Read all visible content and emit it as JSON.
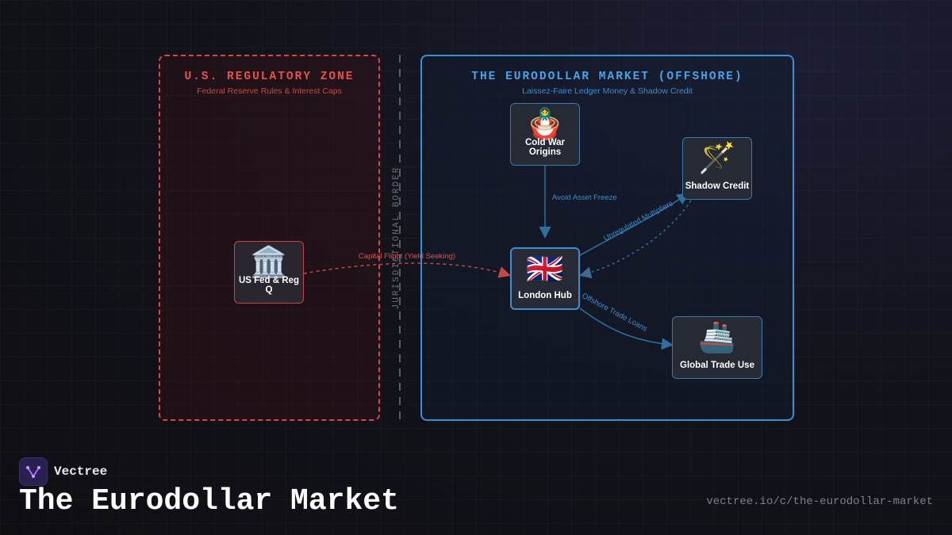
{
  "zones": {
    "us": {
      "title": "U.S. REGULATORY ZONE",
      "subtitle": "Federal Reserve Rules & Interest Caps"
    },
    "eurodollar": {
      "title": "THE EURODOLLAR MARKET (OFFSHORE)",
      "subtitle": "Laissez-Faire Ledger Money & Shadow Credit"
    }
  },
  "border_label": "JURISDICTIONAL BORDER",
  "nodes": {
    "fed": {
      "label": "US Fed & Reg Q",
      "icon": "🏛️",
      "icon_name": "classical-building-icon"
    },
    "cold_war": {
      "label": "Cold War Origins",
      "icon": "🪆",
      "icon_name": "nesting-dolls-icon"
    },
    "shadow": {
      "label": "Shadow Credit",
      "icon": "🪄",
      "icon_name": "magic-wand-icon"
    },
    "london": {
      "label": "London Hub",
      "icon": "🇬🇧",
      "icon_name": "uk-flag-icon"
    },
    "trade": {
      "label": "Global Trade Use",
      "icon": "🚢",
      "icon_name": "ship-icon"
    }
  },
  "edges": {
    "capital_flight": "Capital Flight (Yield Seeking)",
    "avoid_freeze": "Avoid Asset Freeze",
    "multipliers": "Unregulated Multipliers",
    "trade_loans": "Offshore Trade Loans"
  },
  "colors": {
    "us_red": "#d44a42",
    "euro_blue": "#3a8fd4"
  },
  "footer": {
    "brand": "Vectree",
    "title": "The Eurodollar Market",
    "url": "vectree.io/c/the-eurodollar-market"
  }
}
